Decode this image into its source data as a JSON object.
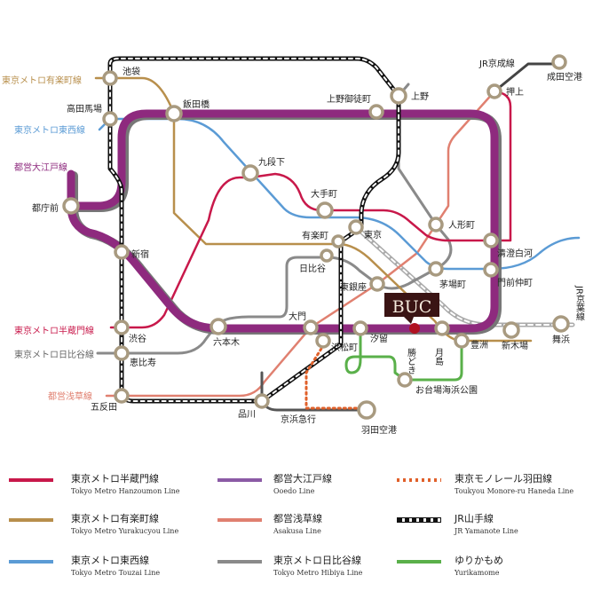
{
  "map": {
    "brand_label": "BUC",
    "line_labels": {
      "yurakucho": "東京メトロ有楽町線",
      "tozai": "東京メトロ東西線",
      "oedo": "都営大江戸線",
      "hanzomon": "東京メトロ半蔵門線",
      "hibiya": "東京メトロ日比谷線",
      "asakusa": "都営浅草線",
      "keisei": "JR京成線",
      "keiyo": "JR京葉線",
      "keikyu": "京浜急行"
    },
    "stations": {
      "ikebukuro": "池袋",
      "takadanobaba": "高田馬場",
      "iidabashi": "飯田橋",
      "kudanshita": "九段下",
      "tochomae": "都庁前",
      "shinjuku": "新宿",
      "shibuya": "渋谷",
      "ebisu": "恵比寿",
      "gotanda": "五反田",
      "shinagawa": "品川",
      "roppongi": "六本木",
      "daimon": "大門",
      "hamamatsucho": "浜松町",
      "shiodome": "汐留",
      "kachidoki": "勝どき",
      "tsukishima": "月島",
      "toyosu": "豊洲",
      "shinkiba": "新木場",
      "maihama": "舞浜",
      "odaiba": "お台場海浜公園",
      "haneda": "羽田空港",
      "higashiginza": "東銀座",
      "kayabacho": "茅場町",
      "monzennakacho": "門前仲町",
      "kiyosumishirakawa": "清澄白河",
      "ningyocho": "人形町",
      "tokyo": "東京",
      "yurakucho": "有楽町",
      "hibiya": "日比谷",
      "otemachi": "大手町",
      "uenookachimachi": "上野御徒町",
      "ueno": "上野",
      "oshiage": "押上",
      "narita": "成田空港"
    }
  },
  "legend": [
    {
      "jp": "東京メトロ半蔵門線",
      "en": "Tokyo Metro Hanzoumon Line",
      "color": "#c8184a",
      "style": "solid"
    },
    {
      "jp": "都営大江戸線",
      "en": "Ooedo Line",
      "color": "#8b5aa5",
      "style": "solid"
    },
    {
      "jp": "東京モノレール羽田線",
      "en": "Toukyou Monore-ru Haneda Line",
      "color": "#e0602a",
      "style": "dotted"
    },
    {
      "jp": "東京メトロ有楽町線",
      "en": "Tokyo Metro Yurakucyou Line",
      "color": "#b88f4c",
      "style": "solid"
    },
    {
      "jp": "都営浅草線",
      "en": "Asakusa Line",
      "color": "#e08070",
      "style": "solid"
    },
    {
      "jp": "JR山手線",
      "en": "JR Yamanote Line",
      "color": "#111111",
      "style": "dashed"
    },
    {
      "jp": "東京メトロ東西線",
      "en": "Tokyo Metro Touzai Line",
      "color": "#5b9bd5",
      "style": "solid"
    },
    {
      "jp": "東京メトロ日比谷線",
      "en": "Tokyo Metro Hibiya Line",
      "color": "#8a8a8a",
      "style": "solid"
    },
    {
      "jp": "ゆりかもめ",
      "en": "Yurikamome",
      "color": "#5ab04a",
      "style": "solid"
    }
  ]
}
